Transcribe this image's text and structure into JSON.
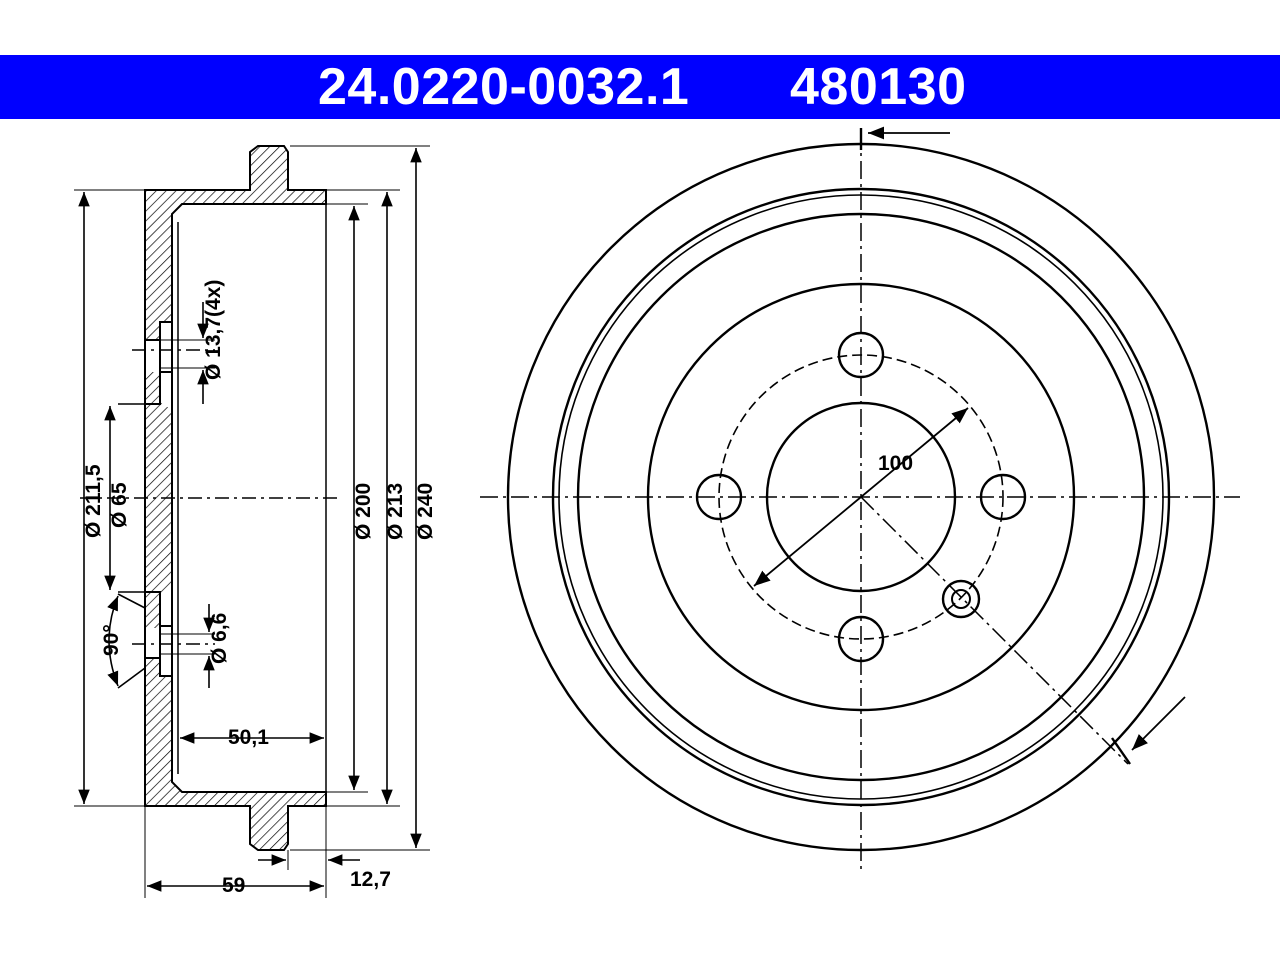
{
  "header": {
    "part_number": "24.0220-0032.1",
    "ref_number": "480130",
    "background_color": "#0000ff",
    "text_color": "#ffffff"
  },
  "side_view": {
    "dim_outer_240": "Ø 240",
    "dim_213": "Ø 213",
    "dim_200": "Ø 200",
    "dim_211_5": "Ø 211,5",
    "dim_65": "Ø 65",
    "dim_bolt_hole": "Ø 13,7(4x)",
    "dim_small_hole": "Ø 6,6",
    "angle": "90°",
    "depth_50_1": "50,1",
    "width_59": "59",
    "width_12_7": "12,7"
  },
  "front_view": {
    "pcd": "100"
  }
}
